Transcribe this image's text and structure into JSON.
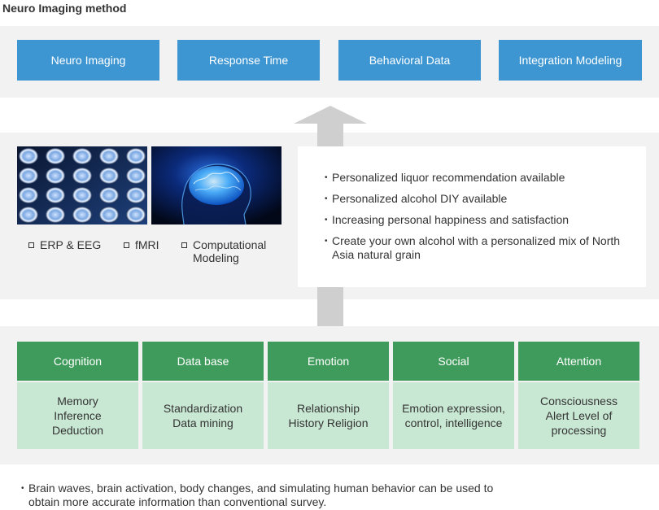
{
  "title": "Neuro Imaging method",
  "top_boxes": [
    "Neuro Imaging",
    "Response Time",
    "Behavioral Data",
    "Integration Modeling"
  ],
  "images": [
    {
      "icon": "brain-mri-scan-grid-image"
    },
    {
      "icon": "glowing-brain-head-image"
    }
  ],
  "methods": [
    "ERP & EEG",
    "fMRI",
    "Computational Modeling"
  ],
  "bullets": [
    "Personalized liquor recommendation available",
    "Personalized alcohol DIY available",
    "Increasing personal happiness and satisfaction",
    "Create your own alcohol with a personalized mix of North Asia natural grain"
  ],
  "bullet_glyph": "•",
  "columns": [
    {
      "title": "Cognition",
      "body": "Memory\nInference\nDeduction"
    },
    {
      "title": "Data base",
      "body": "Standardization\nData mining"
    },
    {
      "title": "Emotion",
      "body": "Relationship\nHistory Religion"
    },
    {
      "title": "Social",
      "body": "Emotion expression,\ncontrol, intelligence"
    },
    {
      "title": "Attention",
      "body": "Consciousness\nAlert Level of\nprocessing"
    }
  ],
  "footnote": "Brain waves, brain activation, body changes, and simulating human behavior can be used to obtain more accurate information than conventional survey.",
  "colors": {
    "blue": "#3d96d2",
    "green": "#3f9b5c",
    "light_green": "#c9e8d3",
    "band": "#f2f2f2",
    "arrow": "#cfcfcf"
  }
}
